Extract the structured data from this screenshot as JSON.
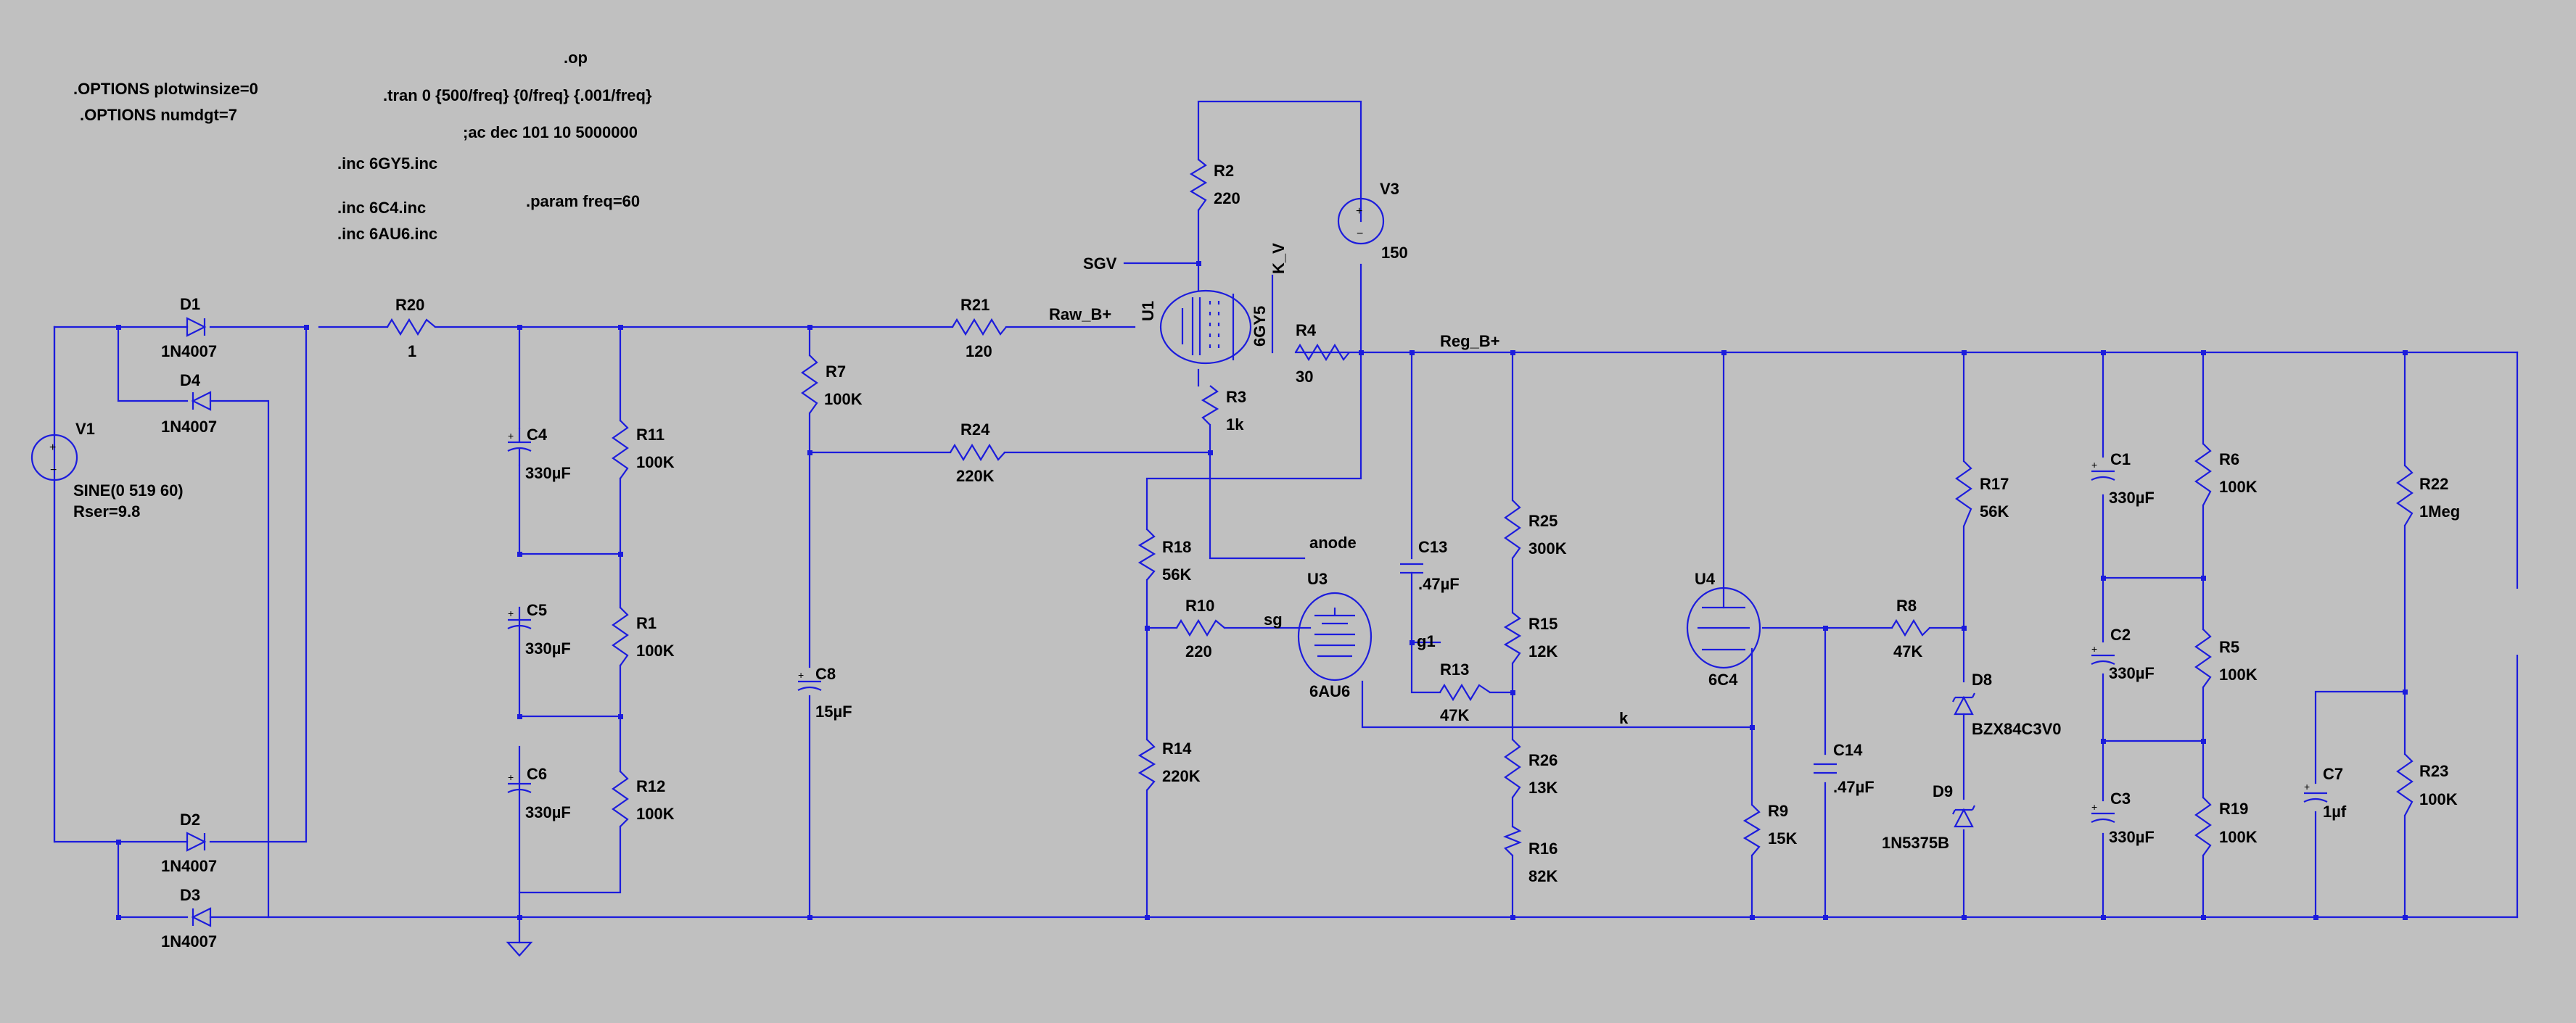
{
  "directives": [
    ".op",
    ".OPTIONS plotwinsize=0",
    ".OPTIONS numdgt=7",
    ".tran 0 {500/freq} {0/freq} {.001/freq}",
    ";ac dec 101 10 5000000",
    ".inc 6GY5.inc",
    ".inc 6C4.inc",
    ".inc 6AU6.inc",
    ".param freq=60"
  ],
  "nets": [
    "SGV",
    "K_V",
    "Raw_B+",
    "Reg_B+",
    "anode",
    "sg",
    "g1",
    "k"
  ],
  "components": [
    {
      "ref": "V1",
      "value": "SINE(0 519 60)",
      "extra": "Rser=9.8"
    },
    {
      "ref": "D1",
      "value": "1N4007"
    },
    {
      "ref": "D4",
      "value": "1N4007"
    },
    {
      "ref": "D2",
      "value": "1N4007"
    },
    {
      "ref": "D3",
      "value": "1N4007"
    },
    {
      "ref": "R20",
      "value": "1"
    },
    {
      "ref": "C4",
      "value": "330µF"
    },
    {
      "ref": "C5",
      "value": "330µF"
    },
    {
      "ref": "C6",
      "value": "330µF"
    },
    {
      "ref": "R11",
      "value": "100K"
    },
    {
      "ref": "R1",
      "value": "100K"
    },
    {
      "ref": "R12",
      "value": "100K"
    },
    {
      "ref": "R7",
      "value": "100K"
    },
    {
      "ref": "C8",
      "value": "15µF"
    },
    {
      "ref": "R21",
      "value": "120"
    },
    {
      "ref": "R24",
      "value": "220K"
    },
    {
      "ref": "R2",
      "value": "220"
    },
    {
      "ref": "V3",
      "value": "150"
    },
    {
      "ref": "U1",
      "value": "6GY5"
    },
    {
      "ref": "R4",
      "value": "30"
    },
    {
      "ref": "R3",
      "value": "1k"
    },
    {
      "ref": "R18",
      "value": "56K"
    },
    {
      "ref": "R10",
      "value": "220"
    },
    {
      "ref": "R14",
      "value": "220K"
    },
    {
      "ref": "U3",
      "value": "6AU6"
    },
    {
      "ref": "C13",
      "value": ".47µF"
    },
    {
      "ref": "R13",
      "value": "47K"
    },
    {
      "ref": "R25",
      "value": "300K"
    },
    {
      "ref": "R15",
      "value": "12K"
    },
    {
      "ref": "R26",
      "value": "13K"
    },
    {
      "ref": "R16",
      "value": "82K"
    },
    {
      "ref": "U4",
      "value": "6C4"
    },
    {
      "ref": "R9",
      "value": "15K"
    },
    {
      "ref": "C14",
      "value": ".47µF"
    },
    {
      "ref": "R8",
      "value": "47K"
    },
    {
      "ref": "R17",
      "value": "56K"
    },
    {
      "ref": "D8",
      "value": "BZX84C3V0"
    },
    {
      "ref": "D9",
      "value": "1N5375B"
    },
    {
      "ref": "C1",
      "value": "330µF"
    },
    {
      "ref": "C2",
      "value": "330µF"
    },
    {
      "ref": "C3",
      "value": "330µF"
    },
    {
      "ref": "R6",
      "value": "100K"
    },
    {
      "ref": "R5",
      "value": "100K"
    },
    {
      "ref": "R19",
      "value": "100K"
    },
    {
      "ref": "R22",
      "value": "1Meg"
    },
    {
      "ref": "C7",
      "value": "1µf"
    },
    {
      "ref": "R23",
      "value": "100K"
    }
  ]
}
